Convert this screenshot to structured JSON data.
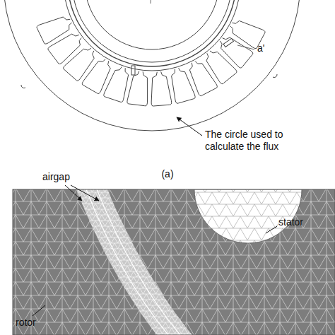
{
  "diagram": {
    "labels": [
      "a'",
      "The circle used to calculate the flux",
      "(a)",
      "airgap",
      "stator",
      "rotor"
    ]
  }
}
